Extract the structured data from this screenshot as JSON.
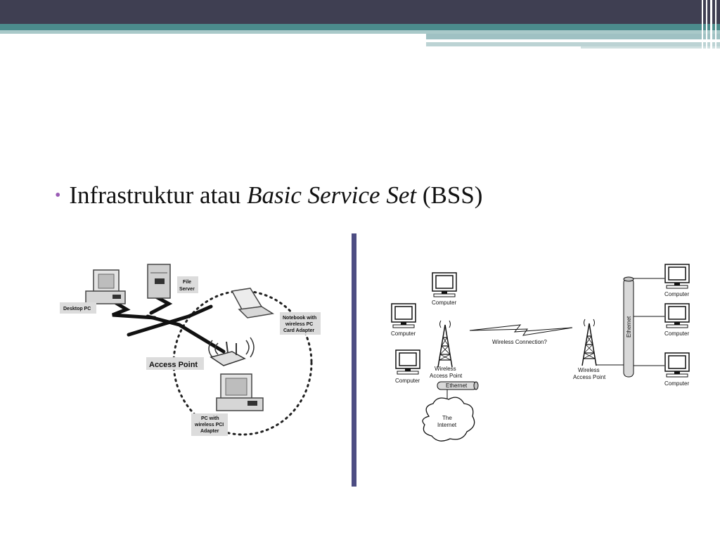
{
  "slide": {
    "bullet": {
      "text_plain": "Infrastruktur atau ",
      "text_italic": "Basic Service Set",
      "text_suffix": " (BSS)"
    }
  },
  "left_diagram": {
    "labels": {
      "desktop_pc": "Desktop PC",
      "file_server_1": "File",
      "file_server_2": "Server",
      "notebook_1": "Notebook with",
      "notebook_2": "wireless PC",
      "notebook_3": "Card Adapter",
      "access_point": "Access Point",
      "pc_pci_1": "PC with",
      "pc_pci_2": "wireless PCI",
      "pc_pci_3": "Adapter"
    }
  },
  "right_diagram": {
    "labels": {
      "computer": "Computer",
      "wireless_ap_1": "Wireless",
      "wireless_ap_2": "Access Point",
      "ethernet": "Ethernet",
      "wireless_connection": "Wireless Connection?",
      "internet_1": "The",
      "internet_2": "Internet"
    }
  },
  "colors": {
    "top_bar": "#3f3f52",
    "teal_band": "#4b8b8c",
    "divider": "#4d4d83",
    "bullet": "#9a5bb5"
  }
}
